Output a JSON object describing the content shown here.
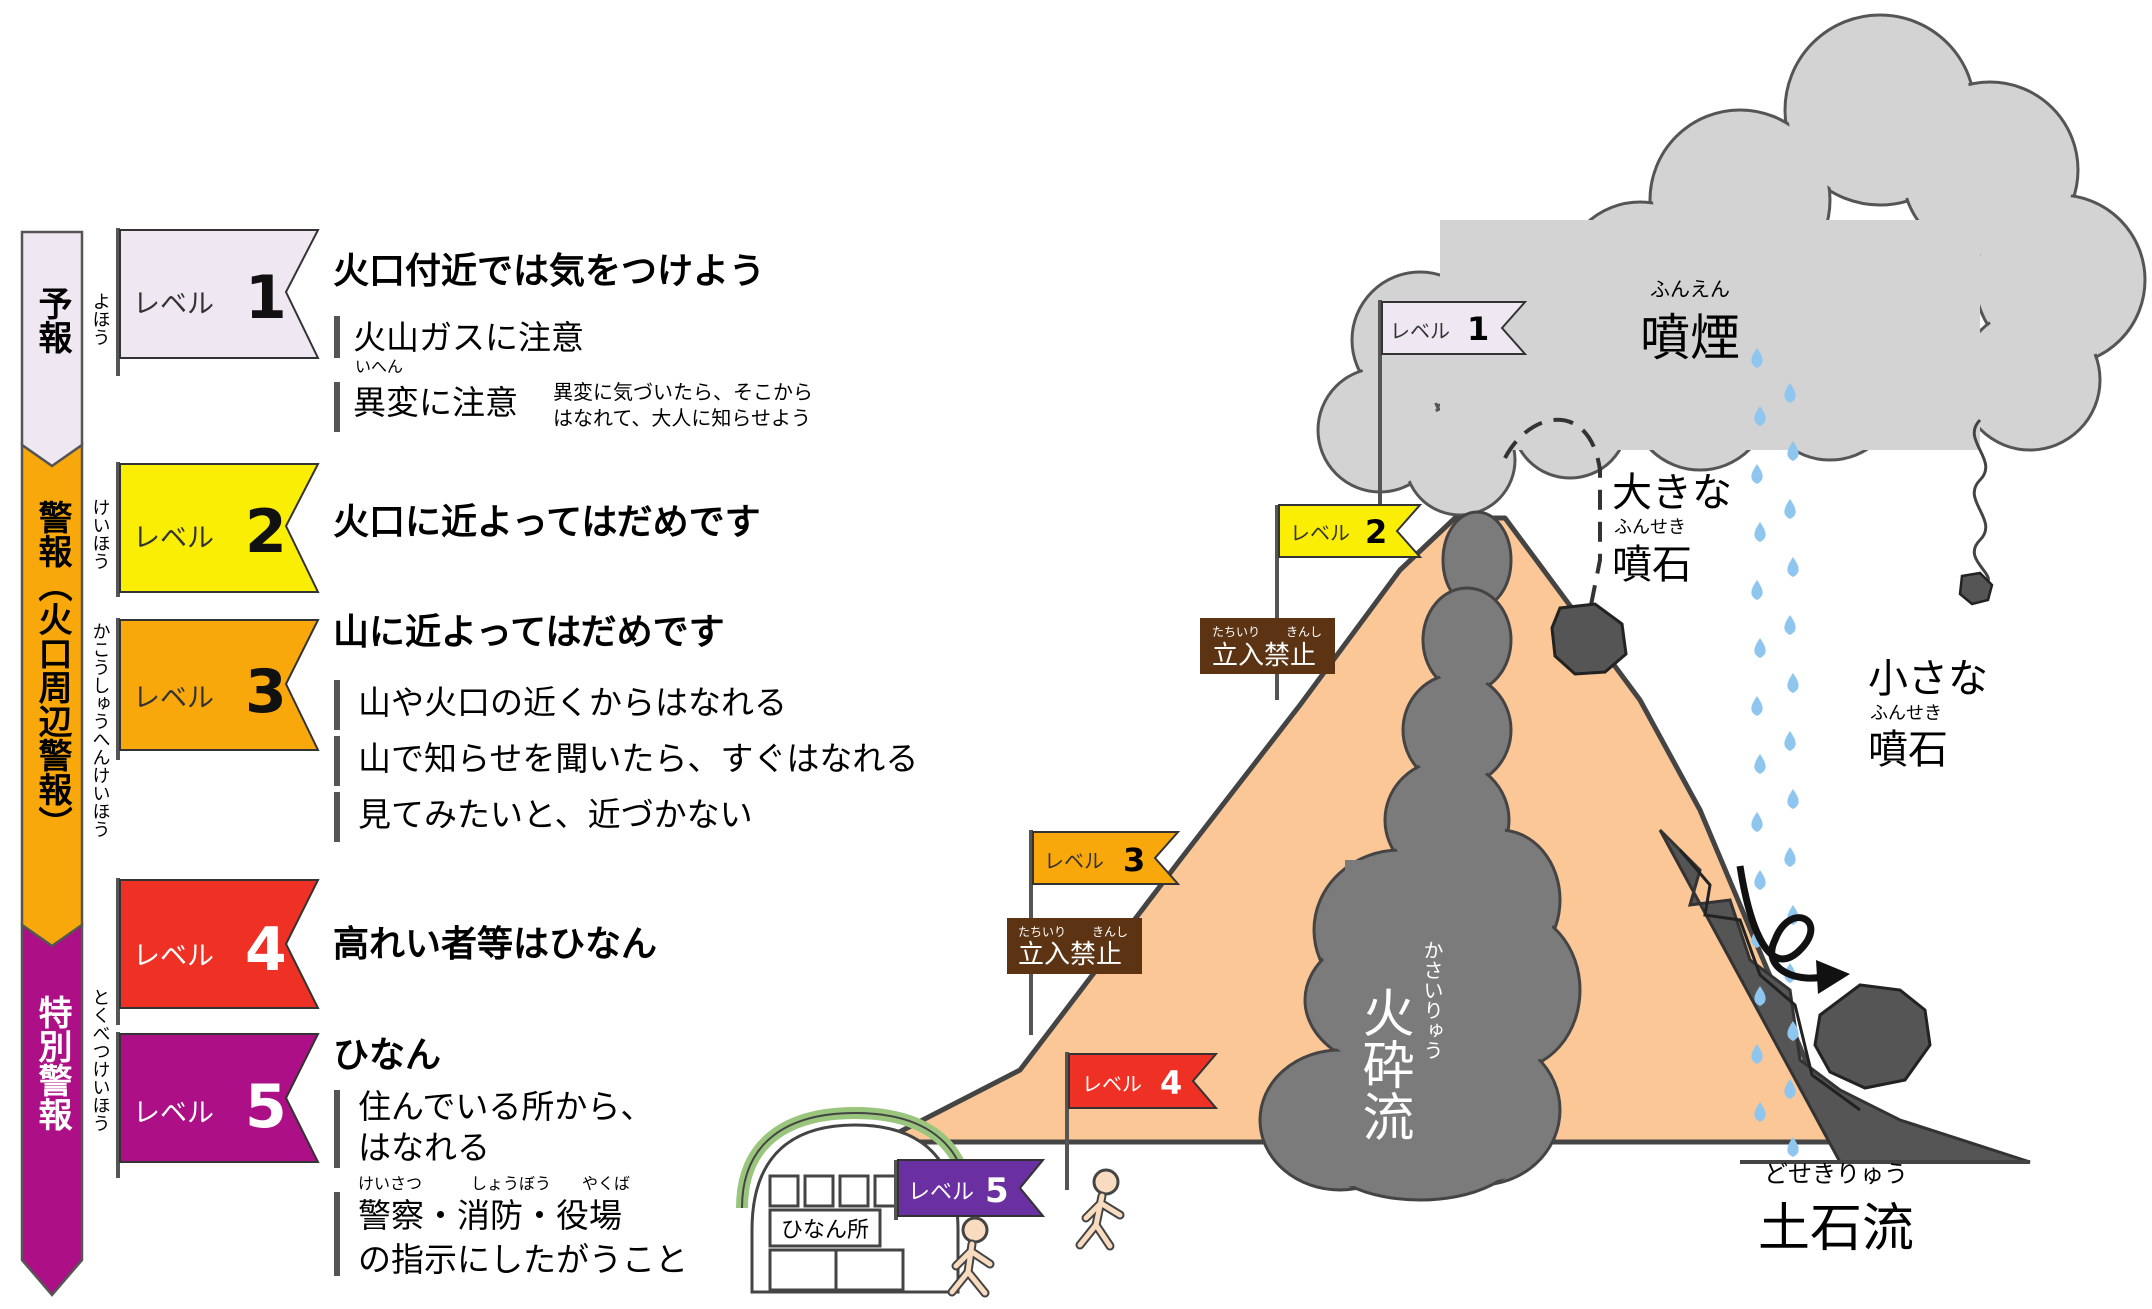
{
  "colors": {
    "level1": "#efe8f3",
    "level2": "#fbee05",
    "level3": "#f8a80a",
    "level4": "#ee3124",
    "level5": "#ad0f86",
    "flag5": "#6a2fa0",
    "mountain": "#fbc797",
    "flow": "#7b7b7b",
    "cloud": "#d3d3d3",
    "sign": "#5c3414",
    "drop": "#8fc6ef",
    "shelterRoof": "#9ac57c"
  },
  "categories": [
    {
      "label": "予報",
      "ruby": "よほう"
    },
    {
      "label": "警報（火口周辺警報）",
      "ruby": "けいほう",
      "ruby2": "かこうしゅうへんけいほう"
    },
    {
      "label": "特別警報",
      "ruby": "とくべつけいほう"
    }
  ],
  "levels": [
    {
      "word": "レベル",
      "num": "1",
      "title": "火口付近では気をつけよう",
      "items": [
        "火山ガスに注意",
        "異変に注意"
      ],
      "item_ruby": "いへん",
      "note": [
        "異変に気づいたら、そこから",
        "はなれて、大人に知らせよう"
      ]
    },
    {
      "word": "レベル",
      "num": "2",
      "title": "火口に近よってはだめです"
    },
    {
      "word": "レベル",
      "num": "3",
      "title": "山に近よってはだめです",
      "items": [
        "山や火口の近くからはなれる",
        "山で知らせを聞いたら、すぐはなれる",
        "見てみたいと、近づかない"
      ]
    },
    {
      "word": "レベル",
      "num": "4",
      "title": "高れい者等はひなん"
    },
    {
      "word": "レベル",
      "num": "5",
      "title": "ひなん",
      "items": [
        "住んでいる所から、",
        "はなれる",
        "警察・消防・役場",
        "の指示にしたがうこと"
      ],
      "item_ruby": [
        "けいさつ",
        "しょうぼう",
        "やくば"
      ]
    }
  ],
  "illustration": {
    "smoke": {
      "label": "噴煙",
      "ruby": "ふんえん"
    },
    "big_rock": {
      "label1": "大きな",
      "label2": "噴石",
      "ruby": "ふんせき"
    },
    "small_rock": {
      "label1": "小さな",
      "label2": "噴石",
      "ruby": "ふんせき"
    },
    "pyroclastic": {
      "label": "火砕流",
      "ruby": "かさいりゅう"
    },
    "debris": {
      "label": "土石流",
      "ruby": "どせきりゅう"
    },
    "no_entry": {
      "label": "立入禁止",
      "ruby1": "たちいり",
      "ruby2": "きんし"
    },
    "shelter": {
      "label": "ひなん所"
    }
  }
}
